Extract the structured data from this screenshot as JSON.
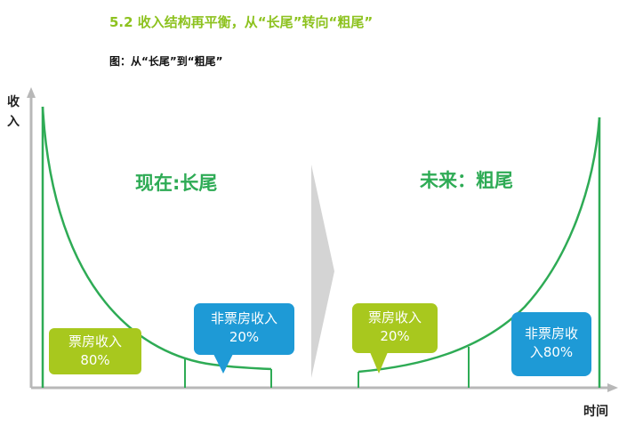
{
  "header": {
    "title": "5.2 收入结构再平衡，从“长尾”转向“粗尾”",
    "subtitle": "图：从“长尾”到“粗尾”"
  },
  "axes": {
    "y_label": "收入",
    "x_label": "时间"
  },
  "panels": {
    "left_title": "现在:长尾",
    "right_title": "未来：粗尾"
  },
  "callouts": {
    "left_box_office": {
      "line1": "票房收入",
      "line2": "80%"
    },
    "left_non_box_office": {
      "line1": "非票房收入",
      "line2": "20%"
    },
    "right_box_office": {
      "line1": "票房收入",
      "line2": "20%"
    },
    "right_non_box_office": {
      "line1": "非票房收",
      "line2": "入80%"
    }
  },
  "colors": {
    "curve_green": "#2eab55",
    "lime_box": "#a8c81e",
    "blue_box": "#1e9ad6",
    "axis_gray": "#b8b8b8",
    "title_green": "#8dc21f"
  }
}
